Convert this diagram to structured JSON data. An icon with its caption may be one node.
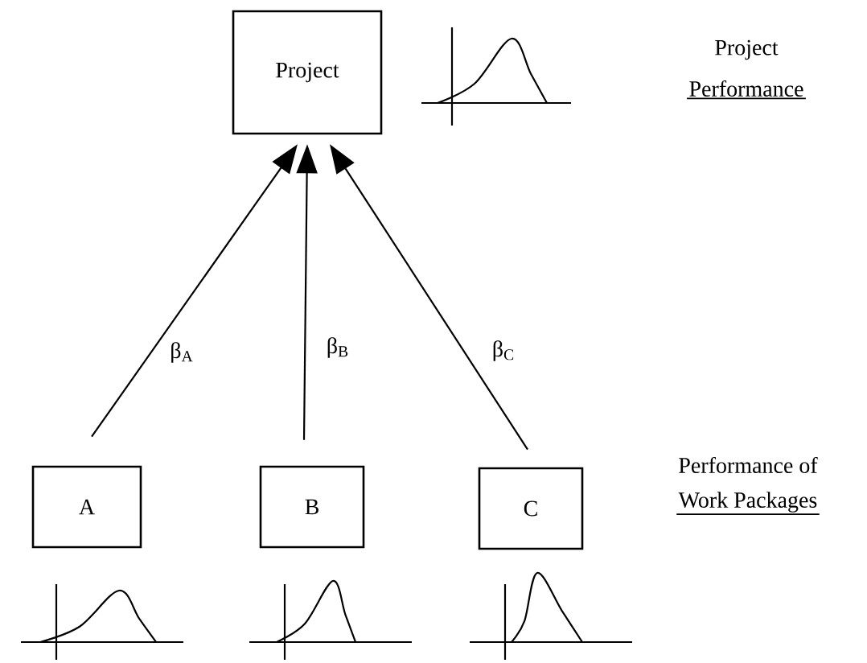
{
  "diagram": {
    "nodes": [
      {
        "text": [
          "Project"
        ]
      },
      {
        "text": [
          "A"
        ]
      },
      {
        "text": [
          "B"
        ]
      },
      {
        "text": [
          "C"
        ]
      }
    ],
    "edges": [
      {
        "from": 1,
        "to": 0,
        "arrow": "to",
        "label": "β$_{A}$"
      },
      {
        "from": 2,
        "to": 0,
        "arrow": "to",
        "label": "β$_{B}$"
      },
      {
        "from": 3,
        "to": 0,
        "arrow": "to",
        "label": "β$_{C}$"
      }
    ],
    "labels": [
      "Project",
      "Performance",
      "Performance of",
      "Work Packages"
    ]
  }
}
